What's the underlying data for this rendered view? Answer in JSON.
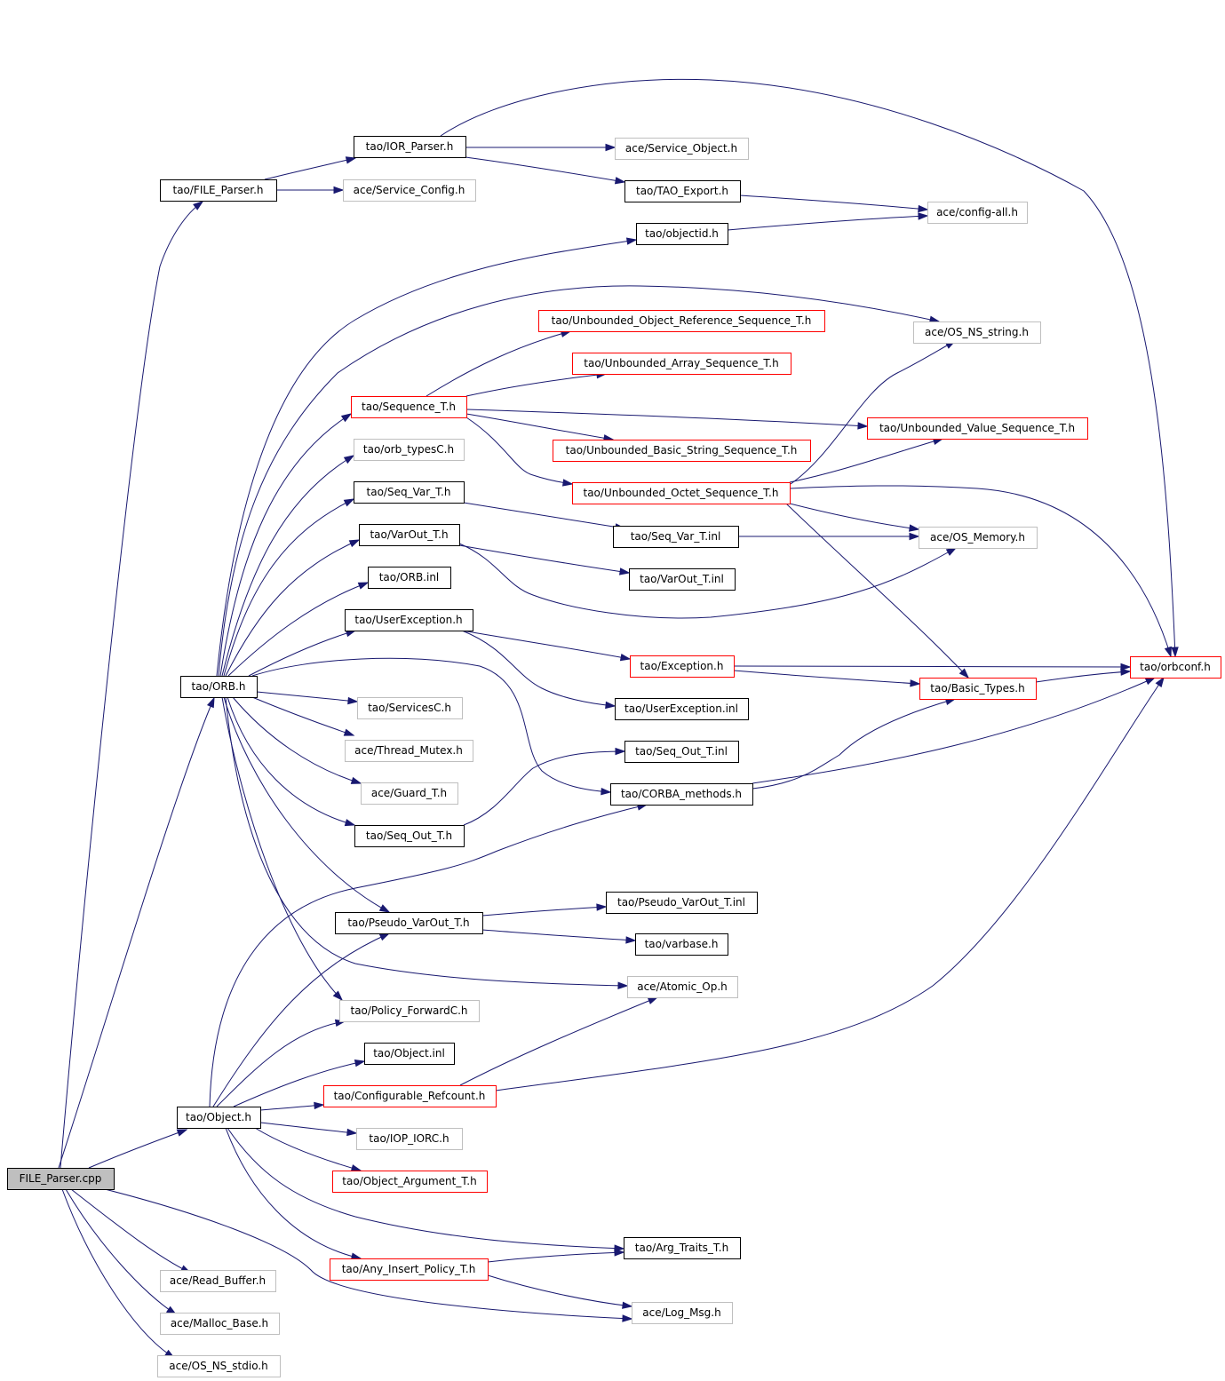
{
  "colors": {
    "edge": "#191970",
    "root_fill": "#bfbfbf",
    "documented": "#000000",
    "undocumented": "#bfbfbf",
    "truncated": "#ff0000"
  },
  "nodes": [
    {
      "id": "file_parser_cpp",
      "label": "FILE_Parser.cpp",
      "kind": "root"
    },
    {
      "id": "tao_file_parser_h",
      "label": "tao/FILE_Parser.h",
      "kind": "documented"
    },
    {
      "id": "tao_ior_parser_h",
      "label": "tao/IOR_Parser.h",
      "kind": "documented"
    },
    {
      "id": "ace_service_object_h",
      "label": "ace/Service_Object.h",
      "kind": "undocumented"
    },
    {
      "id": "ace_service_config_h",
      "label": "ace/Service_Config.h",
      "kind": "undocumented"
    },
    {
      "id": "tao_tao_export_h",
      "label": "tao/TAO_Export.h",
      "kind": "documented"
    },
    {
      "id": "ace_config_all_h",
      "label": "ace/config-all.h",
      "kind": "undocumented"
    },
    {
      "id": "tao_objectid_h",
      "label": "tao/objectid.h",
      "kind": "documented"
    },
    {
      "id": "tao_unbounded_object_reference_sequence_t_h",
      "label": "tao/Unbounded_Object_Reference_Sequence_T.h",
      "kind": "truncated"
    },
    {
      "id": "ace_os_ns_string_h",
      "label": "ace/OS_NS_string.h",
      "kind": "undocumented"
    },
    {
      "id": "tao_unbounded_array_sequence_t_h",
      "label": "tao/Unbounded_Array_Sequence_T.h",
      "kind": "truncated"
    },
    {
      "id": "tao_sequence_t_h",
      "label": "tao/Sequence_T.h",
      "kind": "truncated"
    },
    {
      "id": "tao_unbounded_value_sequence_t_h",
      "label": "tao/Unbounded_Value_Sequence_T.h",
      "kind": "truncated"
    },
    {
      "id": "tao_orb_typesc_h",
      "label": "tao/orb_typesC.h",
      "kind": "undocumented"
    },
    {
      "id": "tao_unbounded_basic_string_sequence_t_h",
      "label": "tao/Unbounded_Basic_String_Sequence_T.h",
      "kind": "truncated"
    },
    {
      "id": "tao_seq_var_t_h",
      "label": "tao/Seq_Var_T.h",
      "kind": "documented"
    },
    {
      "id": "tao_unbounded_octet_sequence_t_h",
      "label": "tao/Unbounded_Octet_Sequence_T.h",
      "kind": "truncated"
    },
    {
      "id": "tao_varout_t_h",
      "label": "tao/VarOut_T.h",
      "kind": "documented"
    },
    {
      "id": "tao_seq_var_t_inl",
      "label": "tao/Seq_Var_T.inl",
      "kind": "documented"
    },
    {
      "id": "ace_os_memory_h",
      "label": "ace/OS_Memory.h",
      "kind": "undocumented"
    },
    {
      "id": "tao_orb_inl",
      "label": "tao/ORB.inl",
      "kind": "documented"
    },
    {
      "id": "tao_varout_t_inl",
      "label": "tao/VarOut_T.inl",
      "kind": "documented"
    },
    {
      "id": "tao_userexception_h",
      "label": "tao/UserException.h",
      "kind": "documented"
    },
    {
      "id": "tao_exception_h",
      "label": "tao/Exception.h",
      "kind": "truncated"
    },
    {
      "id": "tao_orbconf_h",
      "label": "tao/orbconf.h",
      "kind": "truncated"
    },
    {
      "id": "tao_orb_h",
      "label": "tao/ORB.h",
      "kind": "documented"
    },
    {
      "id": "tao_basic_types_h",
      "label": "tao/Basic_Types.h",
      "kind": "truncated"
    },
    {
      "id": "tao_servicesc_h",
      "label": "tao/ServicesC.h",
      "kind": "undocumented"
    },
    {
      "id": "tao_userexception_inl",
      "label": "tao/UserException.inl",
      "kind": "documented"
    },
    {
      "id": "ace_thread_mutex_h",
      "label": "ace/Thread_Mutex.h",
      "kind": "undocumented"
    },
    {
      "id": "tao_seq_out_t_inl",
      "label": "tao/Seq_Out_T.inl",
      "kind": "documented"
    },
    {
      "id": "ace_guard_t_h",
      "label": "ace/Guard_T.h",
      "kind": "undocumented"
    },
    {
      "id": "tao_corba_methods_h",
      "label": "tao/CORBA_methods.h",
      "kind": "documented"
    },
    {
      "id": "tao_seq_out_t_h",
      "label": "tao/Seq_Out_T.h",
      "kind": "documented"
    },
    {
      "id": "tao_pseudo_varout_t_inl",
      "label": "tao/Pseudo_VarOut_T.inl",
      "kind": "documented"
    },
    {
      "id": "tao_pseudo_varout_t_h",
      "label": "tao/Pseudo_VarOut_T.h",
      "kind": "documented"
    },
    {
      "id": "tao_varbase_h",
      "label": "tao/varbase.h",
      "kind": "documented"
    },
    {
      "id": "ace_atomic_op_h",
      "label": "ace/Atomic_Op.h",
      "kind": "undocumented"
    },
    {
      "id": "tao_policy_forwardc_h",
      "label": "tao/Policy_ForwardC.h",
      "kind": "undocumented"
    },
    {
      "id": "tao_object_inl",
      "label": "tao/Object.inl",
      "kind": "documented"
    },
    {
      "id": "tao_configurable_refcount_h",
      "label": "tao/Configurable_Refcount.h",
      "kind": "truncated"
    },
    {
      "id": "tao_object_h",
      "label": "tao/Object.h",
      "kind": "documented"
    },
    {
      "id": "tao_iop_iorc_h",
      "label": "tao/IOP_IORC.h",
      "kind": "undocumented"
    },
    {
      "id": "tao_object_argument_t_h",
      "label": "tao/Object_Argument_T.h",
      "kind": "truncated"
    },
    {
      "id": "tao_arg_traits_t_h",
      "label": "tao/Arg_Traits_T.h",
      "kind": "documented"
    },
    {
      "id": "tao_any_insert_policy_t_h",
      "label": "tao/Any_Insert_Policy_T.h",
      "kind": "truncated"
    },
    {
      "id": "ace_read_buffer_h",
      "label": "ace/Read_Buffer.h",
      "kind": "undocumented"
    },
    {
      "id": "ace_log_msg_h",
      "label": "ace/Log_Msg.h",
      "kind": "undocumented"
    },
    {
      "id": "ace_malloc_base_h",
      "label": "ace/Malloc_Base.h",
      "kind": "undocumented"
    },
    {
      "id": "ace_os_ns_stdio_h",
      "label": "ace/OS_NS_stdio.h",
      "kind": "undocumented"
    }
  ],
  "edges": [
    [
      "file_parser_cpp",
      "tao_file_parser_h"
    ],
    [
      "file_parser_cpp",
      "tao_orb_h"
    ],
    [
      "file_parser_cpp",
      "tao_object_h"
    ],
    [
      "file_parser_cpp",
      "ace_read_buffer_h"
    ],
    [
      "file_parser_cpp",
      "ace_malloc_base_h"
    ],
    [
      "file_parser_cpp",
      "ace_os_ns_stdio_h"
    ],
    [
      "file_parser_cpp",
      "ace_log_msg_h"
    ],
    [
      "tao_file_parser_h",
      "tao_ior_parser_h"
    ],
    [
      "tao_file_parser_h",
      "ace_service_config_h"
    ],
    [
      "tao_ior_parser_h",
      "ace_service_object_h"
    ],
    [
      "tao_ior_parser_h",
      "tao_tao_export_h"
    ],
    [
      "tao_ior_parser_h",
      "tao_orbconf_h"
    ],
    [
      "tao_tao_export_h",
      "ace_config_all_h"
    ],
    [
      "tao_objectid_h",
      "ace_config_all_h"
    ],
    [
      "tao_orb_h",
      "tao_objectid_h"
    ],
    [
      "tao_orb_h",
      "ace_os_ns_string_h"
    ],
    [
      "tao_orb_h",
      "tao_sequence_t_h"
    ],
    [
      "tao_orb_h",
      "tao_orb_typesc_h"
    ],
    [
      "tao_orb_h",
      "tao_seq_var_t_h"
    ],
    [
      "tao_orb_h",
      "tao_varout_t_h"
    ],
    [
      "tao_orb_h",
      "tao_orb_inl"
    ],
    [
      "tao_orb_h",
      "tao_userexception_h"
    ],
    [
      "tao_orb_h",
      "tao_servicesc_h"
    ],
    [
      "tao_orb_h",
      "ace_thread_mutex_h"
    ],
    [
      "tao_orb_h",
      "ace_guard_t_h"
    ],
    [
      "tao_orb_h",
      "tao_seq_out_t_h"
    ],
    [
      "tao_orb_h",
      "tao_pseudo_varout_t_h"
    ],
    [
      "tao_orb_h",
      "tao_policy_forwardc_h"
    ],
    [
      "tao_orb_h",
      "ace_atomic_op_h"
    ],
    [
      "tao_orb_h",
      "tao_corba_methods_h"
    ],
    [
      "tao_sequence_t_h",
      "tao_unbounded_object_reference_sequence_t_h"
    ],
    [
      "tao_sequence_t_h",
      "tao_unbounded_array_sequence_t_h"
    ],
    [
      "tao_sequence_t_h",
      "tao_unbounded_value_sequence_t_h"
    ],
    [
      "tao_sequence_t_h",
      "tao_unbounded_basic_string_sequence_t_h"
    ],
    [
      "tao_sequence_t_h",
      "tao_unbounded_octet_sequence_t_h"
    ],
    [
      "tao_unbounded_octet_sequence_t_h",
      "ace_os_ns_string_h"
    ],
    [
      "tao_unbounded_octet_sequence_t_h",
      "tao_unbounded_value_sequence_t_h"
    ],
    [
      "tao_unbounded_octet_sequence_t_h",
      "ace_os_memory_h"
    ],
    [
      "tao_unbounded_octet_sequence_t_h",
      "tao_orbconf_h"
    ],
    [
      "tao_unbounded_octet_sequence_t_h",
      "tao_basic_types_h"
    ],
    [
      "tao_seq_var_t_h",
      "tao_seq_var_t_inl"
    ],
    [
      "tao_seq_var_t_inl",
      "ace_os_memory_h"
    ],
    [
      "tao_varout_t_h",
      "tao_varout_t_inl"
    ],
    [
      "tao_varout_t_h",
      "ace_os_memory_h"
    ],
    [
      "tao_userexception_h",
      "tao_exception_h"
    ],
    [
      "tao_userexception_h",
      "tao_userexception_inl"
    ],
    [
      "tao_exception_h",
      "tao_orbconf_h"
    ],
    [
      "tao_exception_h",
      "tao_basic_types_h"
    ],
    [
      "tao_basic_types_h",
      "tao_orbconf_h"
    ],
    [
      "tao_seq_out_t_h",
      "tao_seq_out_t_inl"
    ],
    [
      "tao_corba_methods_h",
      "tao_basic_types_h"
    ],
    [
      "tao_corba_methods_h",
      "tao_orbconf_h"
    ],
    [
      "tao_pseudo_varout_t_h",
      "tao_pseudo_varout_t_inl"
    ],
    [
      "tao_pseudo_varout_t_h",
      "tao_varbase_h"
    ],
    [
      "tao_object_h",
      "tao_corba_methods_h"
    ],
    [
      "tao_object_h",
      "tao_pseudo_varout_t_h"
    ],
    [
      "tao_object_h",
      "tao_policy_forwardc_h"
    ],
    [
      "tao_object_h",
      "tao_object_inl"
    ],
    [
      "tao_object_h",
      "tao_configurable_refcount_h"
    ],
    [
      "tao_object_h",
      "tao_iop_iorc_h"
    ],
    [
      "tao_object_h",
      "tao_object_argument_t_h"
    ],
    [
      "tao_object_h",
      "tao_arg_traits_t_h"
    ],
    [
      "tao_object_h",
      "tao_any_insert_policy_t_h"
    ],
    [
      "tao_configurable_refcount_h",
      "ace_atomic_op_h"
    ],
    [
      "tao_configurable_refcount_h",
      "tao_orbconf_h"
    ],
    [
      "tao_any_insert_policy_t_h",
      "tao_arg_traits_t_h"
    ],
    [
      "tao_any_insert_policy_t_h",
      "ace_log_msg_h"
    ]
  ]
}
